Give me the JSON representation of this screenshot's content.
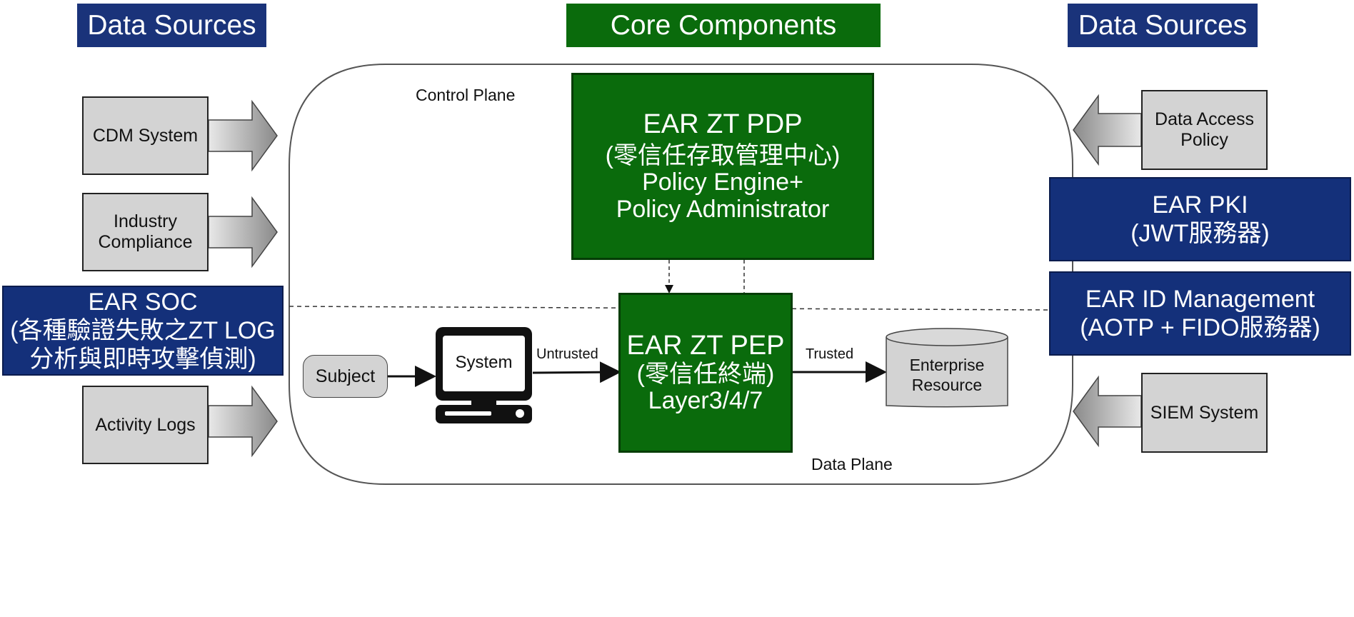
{
  "headers": {
    "left": "Data Sources",
    "center": "Core Components",
    "right": "Data Sources"
  },
  "left_sources": {
    "cdm": [
      "CDM System"
    ],
    "industry": [
      "Industry",
      "Compliance"
    ],
    "activity": [
      "Activity Logs"
    ]
  },
  "right_sources": {
    "access_policy": [
      "Data Access",
      "Policy"
    ],
    "siem": [
      "SIEM System"
    ]
  },
  "soc": [
    "EAR SOC",
    "(各種驗證失敗之ZT LOG",
    "分析與即時攻擊偵測)"
  ],
  "pki": [
    "EAR PKI",
    "(JWT服務器)"
  ],
  "id_mgmt": [
    "EAR ID Management",
    "(AOTP + FIDO服務器)"
  ],
  "pdp": [
    "EAR ZT PDP",
    "(零信任存取管理中心)",
    "Policy Engine+",
    "Policy Administrator"
  ],
  "pep": [
    "EAR ZT PEP",
    "(零信任終端)",
    "Layer3/4/7"
  ],
  "planes": {
    "control": "Control Plane",
    "data": "Data Plane"
  },
  "flow": {
    "subject": "Subject",
    "system": "System",
    "untrusted": "Untrusted",
    "trusted": "Trusted",
    "resource": [
      "Enterprise",
      "Resource"
    ]
  },
  "colors": {
    "navy": "#1a337a",
    "green": "#0a6b0c",
    "gray": "#d3d3d3"
  }
}
